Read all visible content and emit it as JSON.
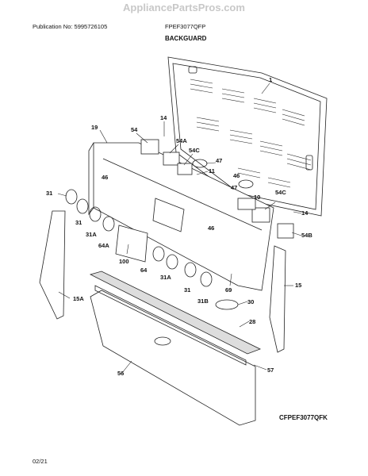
{
  "header": {
    "watermark": "AppliancePartsPros.com",
    "publication": "Publication No: 5995726105",
    "model": "FPEF3077QFP",
    "section": "BACKGUARD"
  },
  "footer": {
    "figure_code": "CFPEF3077QFK",
    "date": "02/21"
  },
  "callouts": [
    "1",
    "14",
    "54",
    "19",
    "54A",
    "54C",
    "47",
    "11",
    "46",
    "31",
    "46",
    "47",
    "10",
    "54C",
    "14",
    "31",
    "31A",
    "64A",
    "46",
    "54B",
    "100",
    "64",
    "31A",
    "31",
    "31B",
    "69",
    "15",
    "15A",
    "30",
    "28",
    "56",
    "57"
  ]
}
